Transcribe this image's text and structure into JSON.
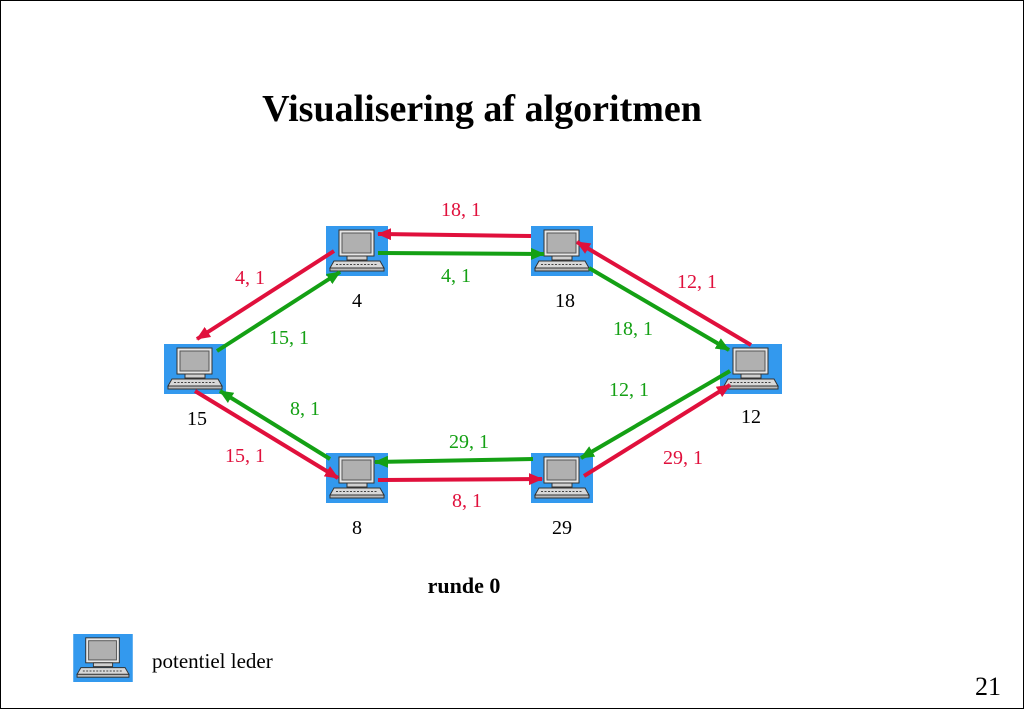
{
  "title": "Visualisering af algoritmen",
  "colors": {
    "red": "#e0103c",
    "green": "#14a014",
    "node_blue": "#3399ee"
  },
  "nodes": {
    "n4": {
      "label": "4"
    },
    "n18": {
      "label": "18"
    },
    "n15": {
      "label": "15"
    },
    "n12": {
      "label": "12"
    },
    "n8": {
      "label": "8"
    },
    "n29": {
      "label": "29"
    }
  },
  "messages": {
    "m18_to_4": "18, 1",
    "m4_to_18": "4, 1",
    "m4_to_15": "4, 1",
    "m15_to_4": "15, 1",
    "m12_to_18": "12, 1",
    "m18_to_12": "18, 1",
    "m8_to_15": "8, 1",
    "m15_to_8": "15, 1",
    "m29_to_8": "29, 1",
    "m8_to_29": "8, 1",
    "m12_to_29": "12, 1",
    "m29_to_12": "29, 1"
  },
  "round_label": "runde 0",
  "legend": {
    "icon": "computer-icon",
    "text": "potentiel leder"
  },
  "page_number": "21"
}
